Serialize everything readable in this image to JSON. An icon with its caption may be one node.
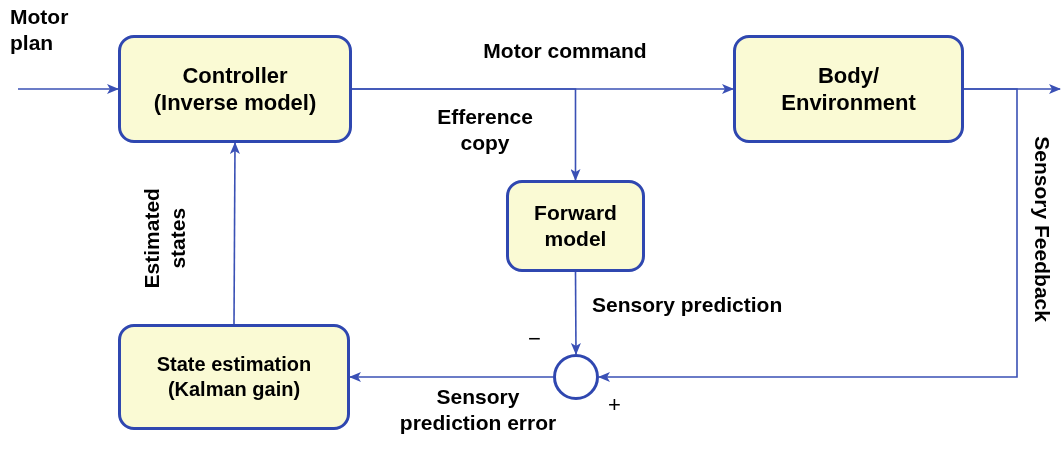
{
  "diagram": {
    "nodes": [
      {
        "text": [
          "Controller (Inverse model)"
        ]
      },
      {
        "text": [
          "Body/ Environment"
        ]
      },
      {
        "text": [
          "Forward model"
        ]
      },
      {
        "text": [
          "State estimation (Kalman gain)"
        ]
      },
      {
        "text": [],
        "shape": "circle"
      }
    ],
    "edges": [
      {
        "from": null,
        "to": 0,
        "arrow": "to",
        "label": "Motor plan"
      },
      {
        "from": 0,
        "to": 1,
        "arrow": "to",
        "label": "Motor command"
      },
      {
        "from": 0,
        "to": 2,
        "arrow": "to",
        "label": "Efference copy"
      },
      {
        "from": 1,
        "to": null,
        "arrow": "to"
      },
      {
        "from": 1,
        "to": 4,
        "arrow": "to",
        "label": "Sensory Feedback"
      },
      {
        "from": 2,
        "to": 4,
        "arrow": "to",
        "label": "Sensory prediction"
      },
      {
        "from": 4,
        "to": 3,
        "arrow": "to",
        "label": "Sensory prediction error"
      },
      {
        "from": 3,
        "to": 0,
        "arrow": "to",
        "label": "Estimated states"
      }
    ],
    "labels": [
      "−",
      "+"
    ]
  }
}
